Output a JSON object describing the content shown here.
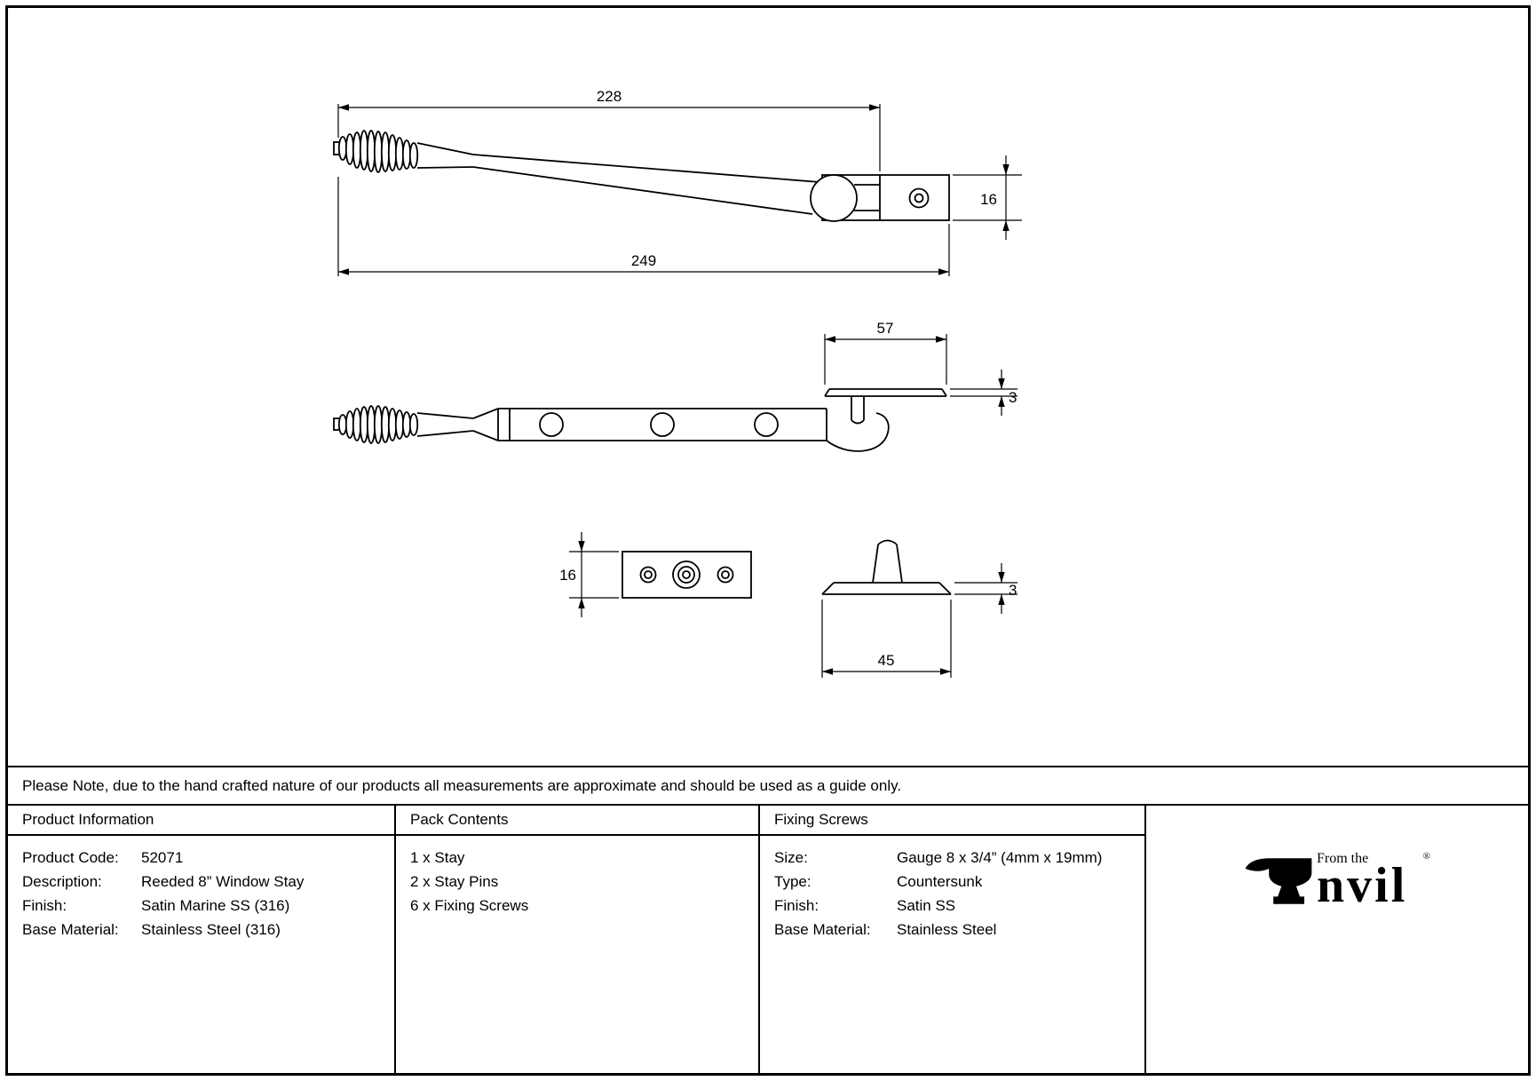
{
  "note": "Please Note, due to the hand crafted nature of our products all measurements are approximate and should be used as a guide only.",
  "drawing": {
    "dimensions": {
      "stay_partial_length": "228",
      "stay_full_length": "249",
      "block_height": "16",
      "pin_plate_length": "57",
      "pin_plate_thickness_top": "3",
      "keep_plate_height": "16",
      "pin_plate_thickness_side": "3",
      "pin_plate_width": "45"
    }
  },
  "table": {
    "product_information": {
      "header": "Product Information",
      "rows": [
        {
          "label": "Product Code:",
          "value": "52071"
        },
        {
          "label": "Description:",
          "value": "Reeded 8” Window Stay"
        },
        {
          "label": "Finish:",
          "value": "Satin Marine SS (316)"
        },
        {
          "label": "Base Material:",
          "value": "Stainless Steel (316)"
        }
      ]
    },
    "pack_contents": {
      "header": "Pack Contents",
      "items": [
        "1 x Stay",
        "2 x Stay Pins",
        "6 x Fixing Screws"
      ]
    },
    "fixing_screws": {
      "header": "Fixing Screws",
      "rows": [
        {
          "label": "Size:",
          "value": "Gauge 8 x 3/4” (4mm x 19mm)"
        },
        {
          "label": "Type:",
          "value": "Countersunk"
        },
        {
          "label": "Finish:",
          "value": "Satin SS"
        },
        {
          "label": "Base Material:",
          "value": "Stainless Steel"
        }
      ]
    }
  },
  "logo": {
    "from_the": "From the",
    "brand_suffix": "nvil",
    "registered": "®"
  }
}
